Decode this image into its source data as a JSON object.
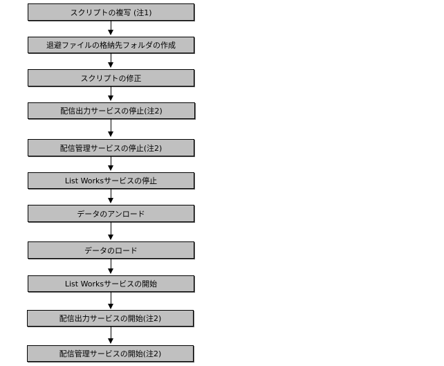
{
  "flowchart": {
    "steps": [
      "スクリプトの複写 (注1)",
      "退避ファイルの格納先フォルダの作成",
      "スクリプトの修正",
      "配信出力サービスの停止(注2)",
      "配信管理サービスの停止(注2)",
      "List Worksサービスの停止",
      "データのアンロード",
      "データのロード",
      "List Worksサービスの開始",
      "配信出力サービスの開始(注2)",
      "配信管理サービスの開始(注2)"
    ]
  },
  "colors": {
    "box_fill": "#c0c0c0",
    "box_border": "#000000",
    "arrow": "#000000"
  }
}
